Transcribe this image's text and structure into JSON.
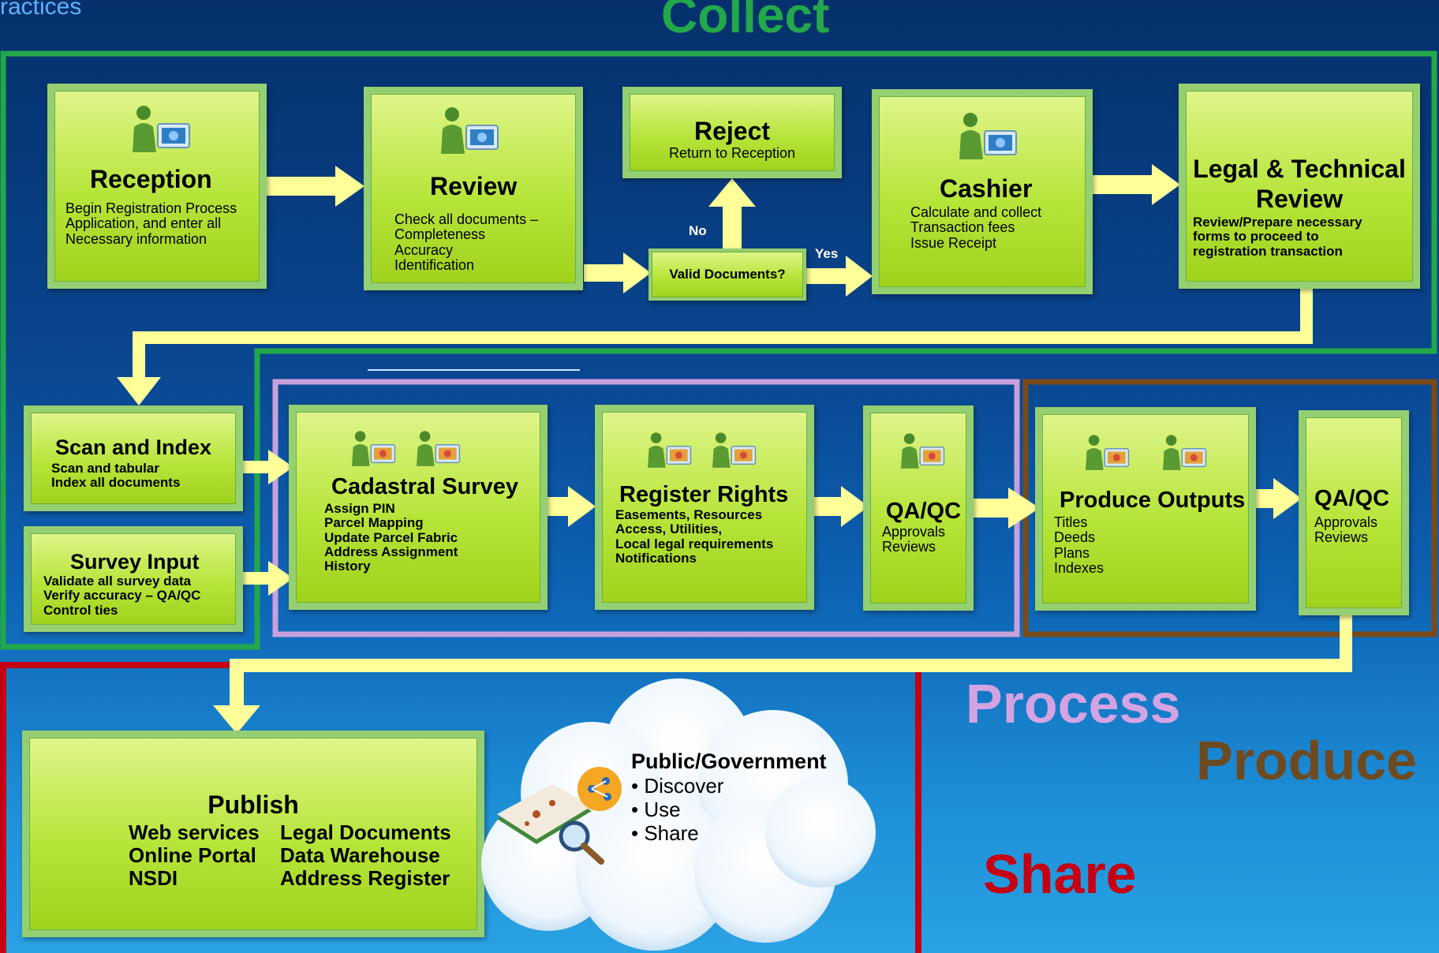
{
  "header": {
    "partial_text": "ractices",
    "collect_label": "Collect"
  },
  "sections": {
    "process": "Process",
    "produce": "Produce",
    "share": "Share"
  },
  "colors": {
    "collect": "#22a84a",
    "process": "#c8a0dc",
    "produce": "#7a4a1a",
    "share": "#c40012",
    "arrow": "#ffff99",
    "box_green": "#b6e53a"
  },
  "steps": {
    "reception": {
      "title": "Reception",
      "lines": [
        "Begin Registration Process",
        "Application, and enter all",
        "Necessary  information"
      ]
    },
    "review": {
      "title": "Review",
      "lines": [
        "Check all documents –",
        "Completeness",
        "Accuracy",
        "Identification"
      ]
    },
    "reject": {
      "title": "Reject",
      "subtitle": "Return to Reception"
    },
    "valid": {
      "label": "Valid Documents?",
      "no": "No",
      "yes": "Yes"
    },
    "cashier": {
      "title": "Cashier",
      "lines": [
        "Calculate and collect",
        "Transaction fees",
        "Issue Receipt"
      ]
    },
    "legal": {
      "title_1": "Legal & Technical",
      "title_2": "Review",
      "lines": [
        "Review/Prepare necessary",
        "forms to proceed to",
        "registration transaction"
      ]
    },
    "scan": {
      "title": "Scan and Index",
      "lines": [
        "Scan and tabular",
        "Index all documents"
      ]
    },
    "survey_input": {
      "title": "Survey Input",
      "lines": [
        "Validate all survey data",
        "Verify accuracy – QA/QC",
        "Control ties"
      ]
    },
    "cadastral": {
      "title": "Cadastral Survey",
      "lines": [
        "Assign PIN",
        "Parcel Mapping",
        "Update Parcel Fabric",
        "Address Assignment",
        "History"
      ]
    },
    "register": {
      "title": "Register Rights",
      "lines": [
        "Easements, Resources",
        "Access, Utilities,",
        "Local legal requirements",
        "Notifications"
      ]
    },
    "qaqc1": {
      "title": "QA/QC",
      "lines": [
        "Approvals",
        "Reviews"
      ]
    },
    "produce_outputs": {
      "title": "Produce Outputs",
      "lines": [
        "Titles",
        "Deeds",
        "Plans",
        "Indexes"
      ]
    },
    "qaqc2": {
      "title": "QA/QC",
      "lines": [
        "Approvals",
        "Reviews"
      ]
    },
    "publish": {
      "title": "Publish",
      "col1": [
        "Web services",
        "Online Portal",
        "NSDI"
      ],
      "col2": [
        "Legal Documents",
        "Data Warehouse",
        "Address Register"
      ]
    }
  },
  "cloud": {
    "title": "Public/Government",
    "bullets": [
      "• Discover",
      "• Use",
      "• Share"
    ]
  },
  "icons": {
    "person": "person-computer-icon",
    "map": "map-search-icon"
  }
}
